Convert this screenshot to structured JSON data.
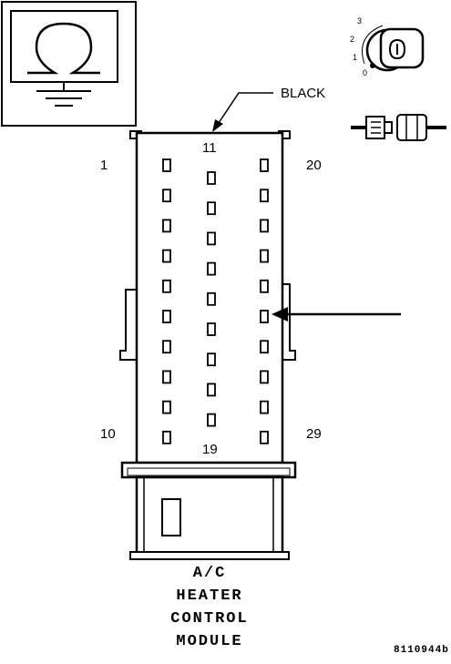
{
  "connector": {
    "color_label": "BLACK",
    "pin_labels": {
      "pin_1": "1",
      "pin_10": "10",
      "pin_11": "11",
      "pin_19": "19",
      "pin_20": "20",
      "pin_29": "29"
    },
    "pin_columns": [
      10,
      9,
      10
    ],
    "highlighted_pin": {
      "column": 3,
      "row": 6
    }
  },
  "title_lines": [
    "A/C",
    "HEATER",
    "CONTROL",
    "MODULE"
  ],
  "figure_id": "8110944b",
  "ignition_key": {
    "positions": [
      "3",
      "2",
      "1",
      "0"
    ]
  },
  "icons": {
    "ground_symbol": "ground-icon",
    "ignition_key": "ignition-key-icon",
    "connector_plug": "connector-plug-icon"
  },
  "colors": {
    "line": "#000000",
    "background": "#ffffff"
  }
}
